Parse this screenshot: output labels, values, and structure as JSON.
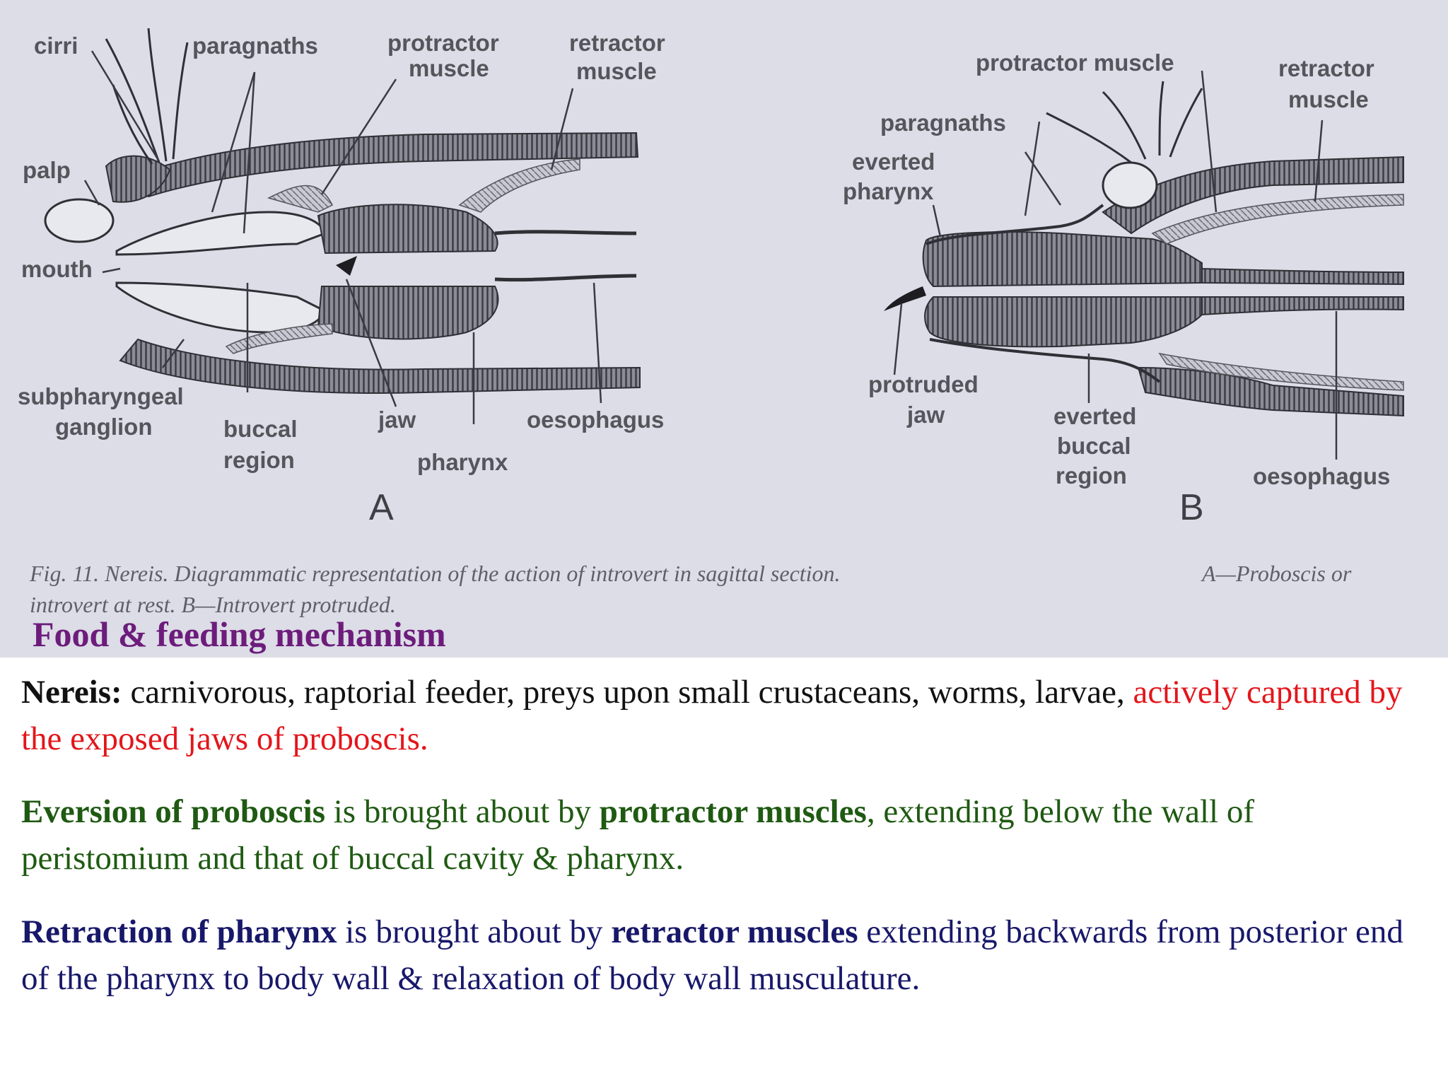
{
  "figure": {
    "labels_a": {
      "cirri": "cirri",
      "paragnaths": "paragnaths",
      "protractor_1": "protractor",
      "protractor_2": "muscle",
      "retractor_1": "retractor",
      "retractor_2": "muscle",
      "palp": "palp",
      "mouth": "mouth",
      "subpharyngeal_1": "subpharyngeal",
      "subpharyngeal_2": "ganglion",
      "buccal_1": "buccal",
      "buccal_2": "region",
      "jaw": "jaw",
      "pharynx": "pharynx",
      "oesophagus": "oesophagus",
      "letter": "A"
    },
    "labels_b": {
      "protractor_muscle": "protractor muscle",
      "retractor_1": "retractor",
      "retractor_2": "muscle",
      "paragnaths": "paragnaths",
      "everted_pharynx_1": "everted",
      "everted_pharynx_2": "pharynx",
      "protruded_jaw_1": "protruded",
      "protruded_jaw_2": "jaw",
      "everted_buccal_1": "everted",
      "everted_buccal_2": "buccal",
      "everted_buccal_3": "region",
      "oesophagus": "oesophagus",
      "letter": "B"
    },
    "caption_line1": "Fig. 11. Nereis. Diagrammatic representation of the action of introvert in sagittal section.",
    "caption_line1_right": "A—Proboscis or",
    "caption_line2": "introvert at rest. B—Introvert protruded."
  },
  "section_title": "Food & feeding mechanism",
  "para1": {
    "bold": "Nereis:",
    "text": " carnivorous, raptorial feeder, preys upon small crustaceans, worms, larvae, ",
    "red": "actively captured by the exposed jaws of proboscis."
  },
  "para2": {
    "bold1": "Eversion of proboscis",
    "text1": " is brought about by  ",
    "bold2": "protractor muscles",
    "text2": ", extending below the wall of peristomium and that of buccal cavity & pharynx."
  },
  "para3": {
    "bold1": "Retraction of pharynx",
    "text1": " is brought about by ",
    "bold2": "retractor muscles",
    "text2": " extending backwards from posterior end of the pharynx to body wall & relaxation of body wall musculature."
  },
  "colors": {
    "title": "#6d1c7c",
    "red_text": "#e3161b",
    "green_text": "#1f5a12",
    "blue_text": "#18186a",
    "figure_bg": "#dcdde6"
  }
}
